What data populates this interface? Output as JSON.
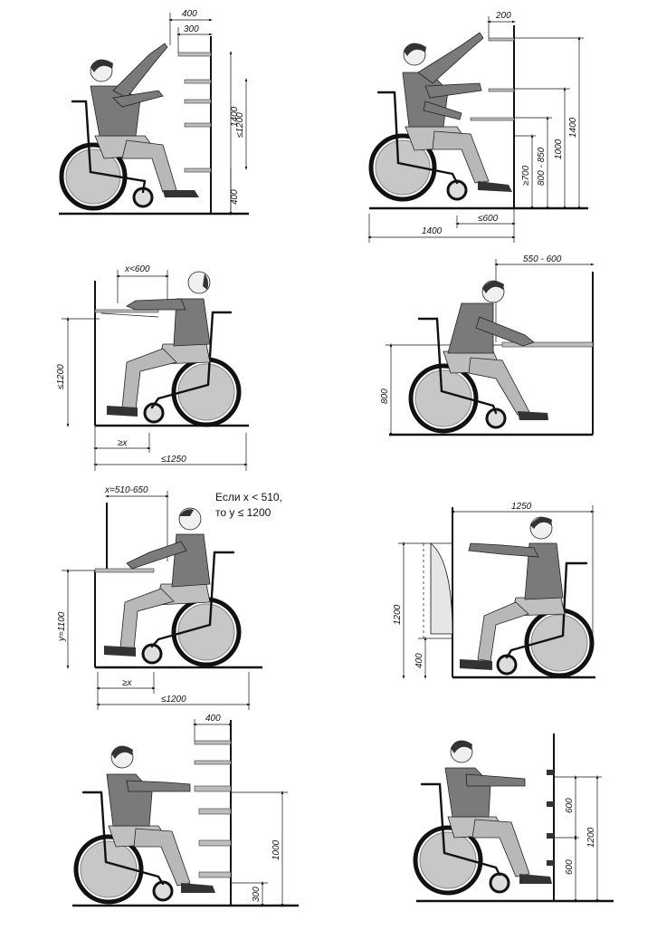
{
  "panels": [
    {
      "id": "p1",
      "labels": {
        "top_outer": "400",
        "top_inner": "300",
        "height_total": "1400",
        "height_range": "≤1200",
        "low": "400"
      }
    },
    {
      "id": "p2",
      "labels": {
        "top": "200",
        "h1400": "1400",
        "h1000": "1000",
        "h800_850": "800 - 850",
        "h700": "≥700",
        "w1400": "1400",
        "w600": "≤600"
      }
    },
    {
      "id": "p3",
      "labels": {
        "top": "x<600",
        "height": "≤1200",
        "bottom1": "≥x",
        "bottom2": "≤1250"
      }
    },
    {
      "id": "p4",
      "labels": {
        "top": "550 - 600",
        "height": "800"
      }
    },
    {
      "id": "p5",
      "labels": {
        "top": "x=510-650",
        "note_line1": "Если x < 510,",
        "note_line2": "то y ≤ 1200",
        "height": "y=1100",
        "bottom1": "≥x",
        "bottom2": "≤1200"
      }
    },
    {
      "id": "p6",
      "labels": {
        "top": "1250",
        "height": "1200",
        "low": "400"
      }
    },
    {
      "id": "p7",
      "labels": {
        "top": "400",
        "height": "1000",
        "low": "300"
      }
    },
    {
      "id": "p8",
      "labels": {
        "h600a": "600",
        "h600b": "600",
        "h1200": "1200"
      }
    }
  ]
}
